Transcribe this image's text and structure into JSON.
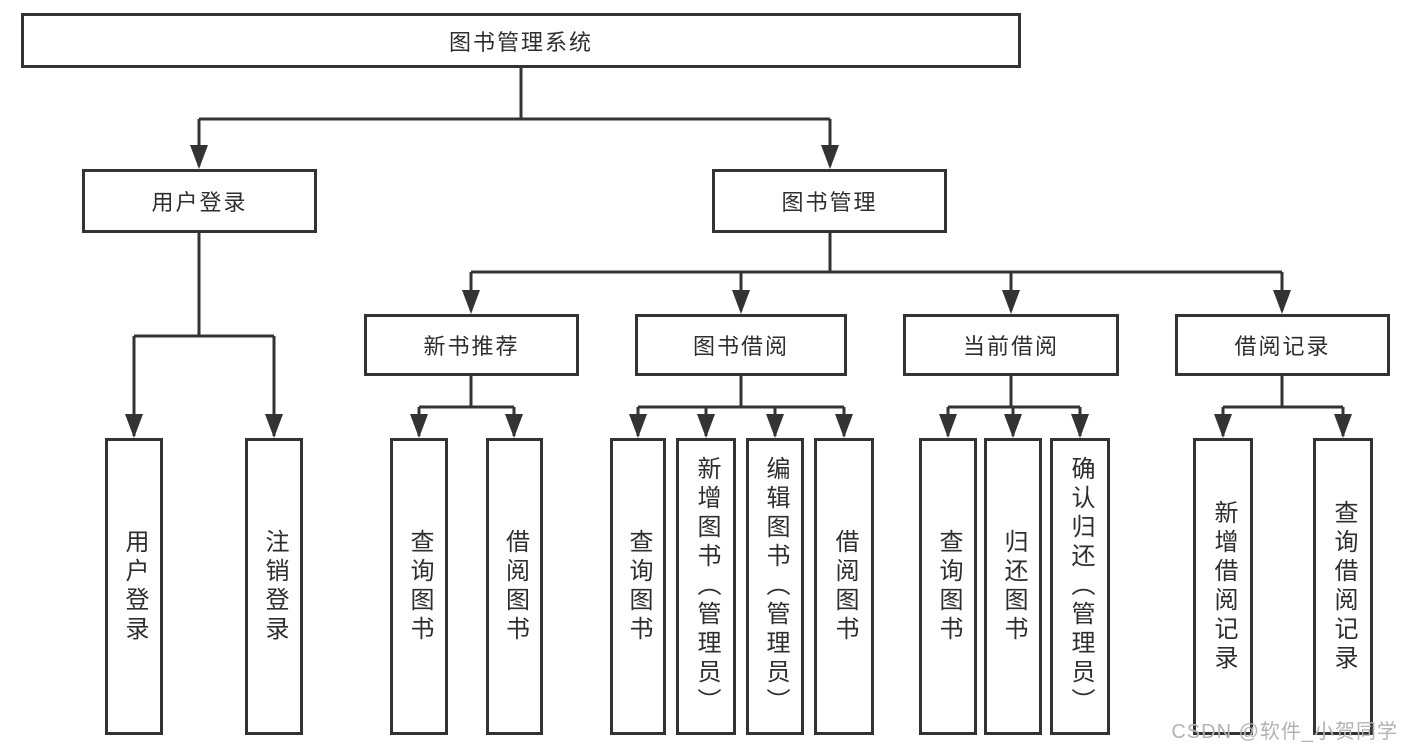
{
  "tree": {
    "label": "图书管理系统",
    "children": [
      {
        "label": "用户登录",
        "children": [
          {
            "label": "用户登录"
          },
          {
            "label": "注销登录"
          }
        ]
      },
      {
        "label": "图书管理",
        "children": [
          {
            "label": "新书推荐",
            "children": [
              {
                "label": "查询图书"
              },
              {
                "label": "借阅图书"
              }
            ]
          },
          {
            "label": "图书借阅",
            "children": [
              {
                "label": "查询图书"
              },
              {
                "label": "新增图书（管理员）"
              },
              {
                "label": "编辑图书（管理员）"
              },
              {
                "label": "借阅图书"
              }
            ]
          },
          {
            "label": "当前借阅",
            "children": [
              {
                "label": "查询图书"
              },
              {
                "label": "归还图书"
              },
              {
                "label": "确认归还（管理员）"
              }
            ]
          },
          {
            "label": "借阅记录",
            "children": [
              {
                "label": "新增借阅记录"
              },
              {
                "label": "查询借阅记录"
              }
            ]
          }
        ]
      }
    ]
  },
  "watermark": "CSDN @软件_小贺同学",
  "colors": {
    "line": "#333333",
    "box_background": "#ffffff",
    "text": "#2e2e2e",
    "watermark": "#b3b3b3"
  }
}
